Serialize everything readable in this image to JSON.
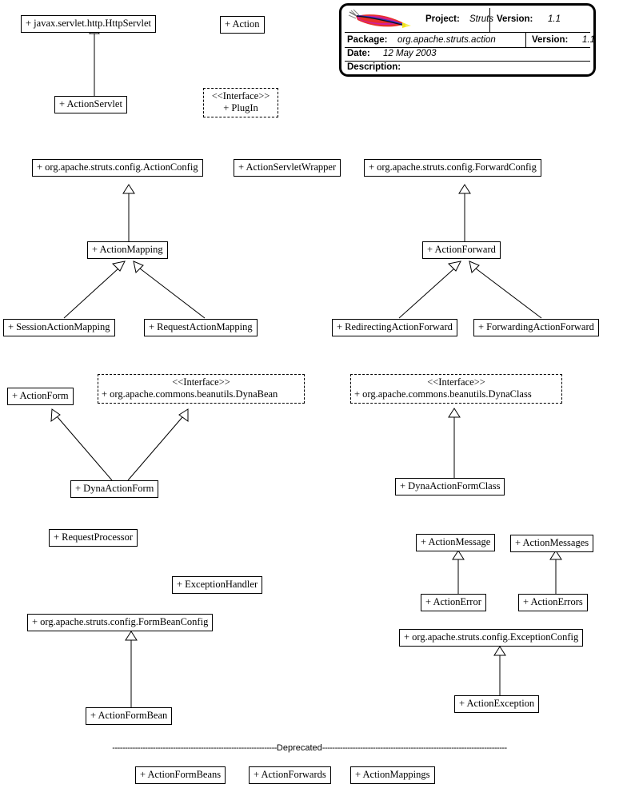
{
  "title_block": {
    "logo_icon": "struts-feather-logo",
    "rows": [
      {
        "label": "Project:",
        "value": "Struts",
        "label2": "Version:",
        "value2": "1.1"
      },
      {
        "label": "Package:",
        "value": "org.apache.struts.action",
        "label2": "Version:",
        "value2": "1.1"
      },
      {
        "label": "Date:",
        "value": "12 May 2003"
      },
      {
        "label": "Description:",
        "value": ""
      }
    ],
    "project_label": "Project:",
    "project_value": "Struts",
    "version_label": "Version:",
    "version_value": "1.1",
    "package_label": "Package:",
    "package_value": "org.apache.struts.action",
    "version2_label": "Version:",
    "version2_value": "1.1",
    "date_label": "Date:",
    "date_value": "12 May 2003",
    "description_label": "Description:",
    "description_value": ""
  },
  "classes": {
    "http_servlet": "+ javax.servlet.http.HttpServlet",
    "action": "+ Action",
    "action_servlet": "+ ActionServlet",
    "plugin_stereotype": "<<Interface>>",
    "plugin": "+ PlugIn",
    "action_config": "+ org.apache.struts.config.ActionConfig",
    "action_servlet_wrapper": "+ ActionServletWrapper",
    "forward_config": "+ org.apache.struts.config.ForwardConfig",
    "action_mapping": "+ ActionMapping",
    "action_forward": "+ ActionForward",
    "session_action_mapping": "+ SessionActionMapping",
    "request_action_mapping": "+ RequestActionMapping",
    "redirecting_action_forward": "+ RedirectingActionForward",
    "forwarding_action_forward": "+ ForwardingActionForward",
    "action_form": "+ ActionForm",
    "dynabean_stereotype": "<<Interface>>",
    "dynabean": "+ org.apache.commons.beanutils.DynaBean",
    "dynaclass_stereotype": "<<Interface>>",
    "dynaclass": "+ org.apache.commons.beanutils.DynaClass",
    "dyna_action_form": "+ DynaActionForm",
    "dyna_action_form_class": "+ DynaActionFormClass",
    "request_processor": "+ RequestProcessor",
    "action_message": "+ ActionMessage",
    "action_messages": "+ ActionMessages",
    "exception_handler": "+ ExceptionHandler",
    "action_error": "+ ActionError",
    "action_errors": "+ ActionErrors",
    "form_bean_config": "+ org.apache.struts.config.FormBeanConfig",
    "exception_config": "+ org.apache.struts.config.ExceptionConfig",
    "action_form_bean": "+ ActionFormBean",
    "action_exception": "+ ActionException",
    "action_form_beans": "+ ActionFormBeans",
    "action_forwards": "+ ActionForwards",
    "action_mappings": "+ ActionMappings"
  },
  "deprecated": {
    "left_dashes": "-----------------------------------------------------------------",
    "label": "Deprecated",
    "right_dashes": "-------------------------------------------------------------------------"
  },
  "colors": {
    "stroke": "#000000",
    "background": "#ffffff",
    "logo_red": "#e8302a",
    "logo_magenta": "#d01f9c",
    "logo_blue": "#2b2bc8",
    "logo_yellow": "#f2e21c",
    "logo_gray": "#9a9a9a"
  }
}
